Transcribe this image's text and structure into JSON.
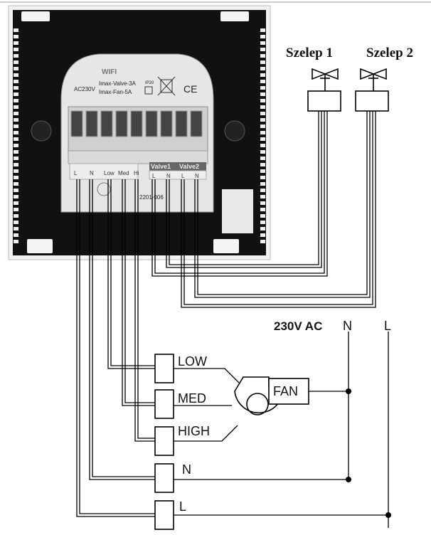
{
  "device": {
    "brand": "WIFI",
    "voltage": "AC230V",
    "rating_valve": "Imax-Valve-3A",
    "rating_fan": "Imax-Fan-5A",
    "ip_rating": "IP20",
    "ce_mark": "CE",
    "serial_fragment": "2201-006",
    "terminal_labels": [
      "L",
      "N",
      "Low",
      "Med",
      "Hi",
      "L",
      "N",
      "L",
      "N"
    ],
    "valve1_label": "Valve1",
    "valve2_label": "Valve2"
  },
  "valves": {
    "valve1_label": "Szelep 1",
    "valve2_label": "Szelep 2"
  },
  "supply": {
    "label": "230V AC",
    "n_label": "N",
    "l_label": "L"
  },
  "fan": {
    "label": "FAN"
  },
  "terminals": {
    "low": "LOW",
    "med": "MED",
    "high": "HIGH",
    "n": "N",
    "l": "L"
  }
}
